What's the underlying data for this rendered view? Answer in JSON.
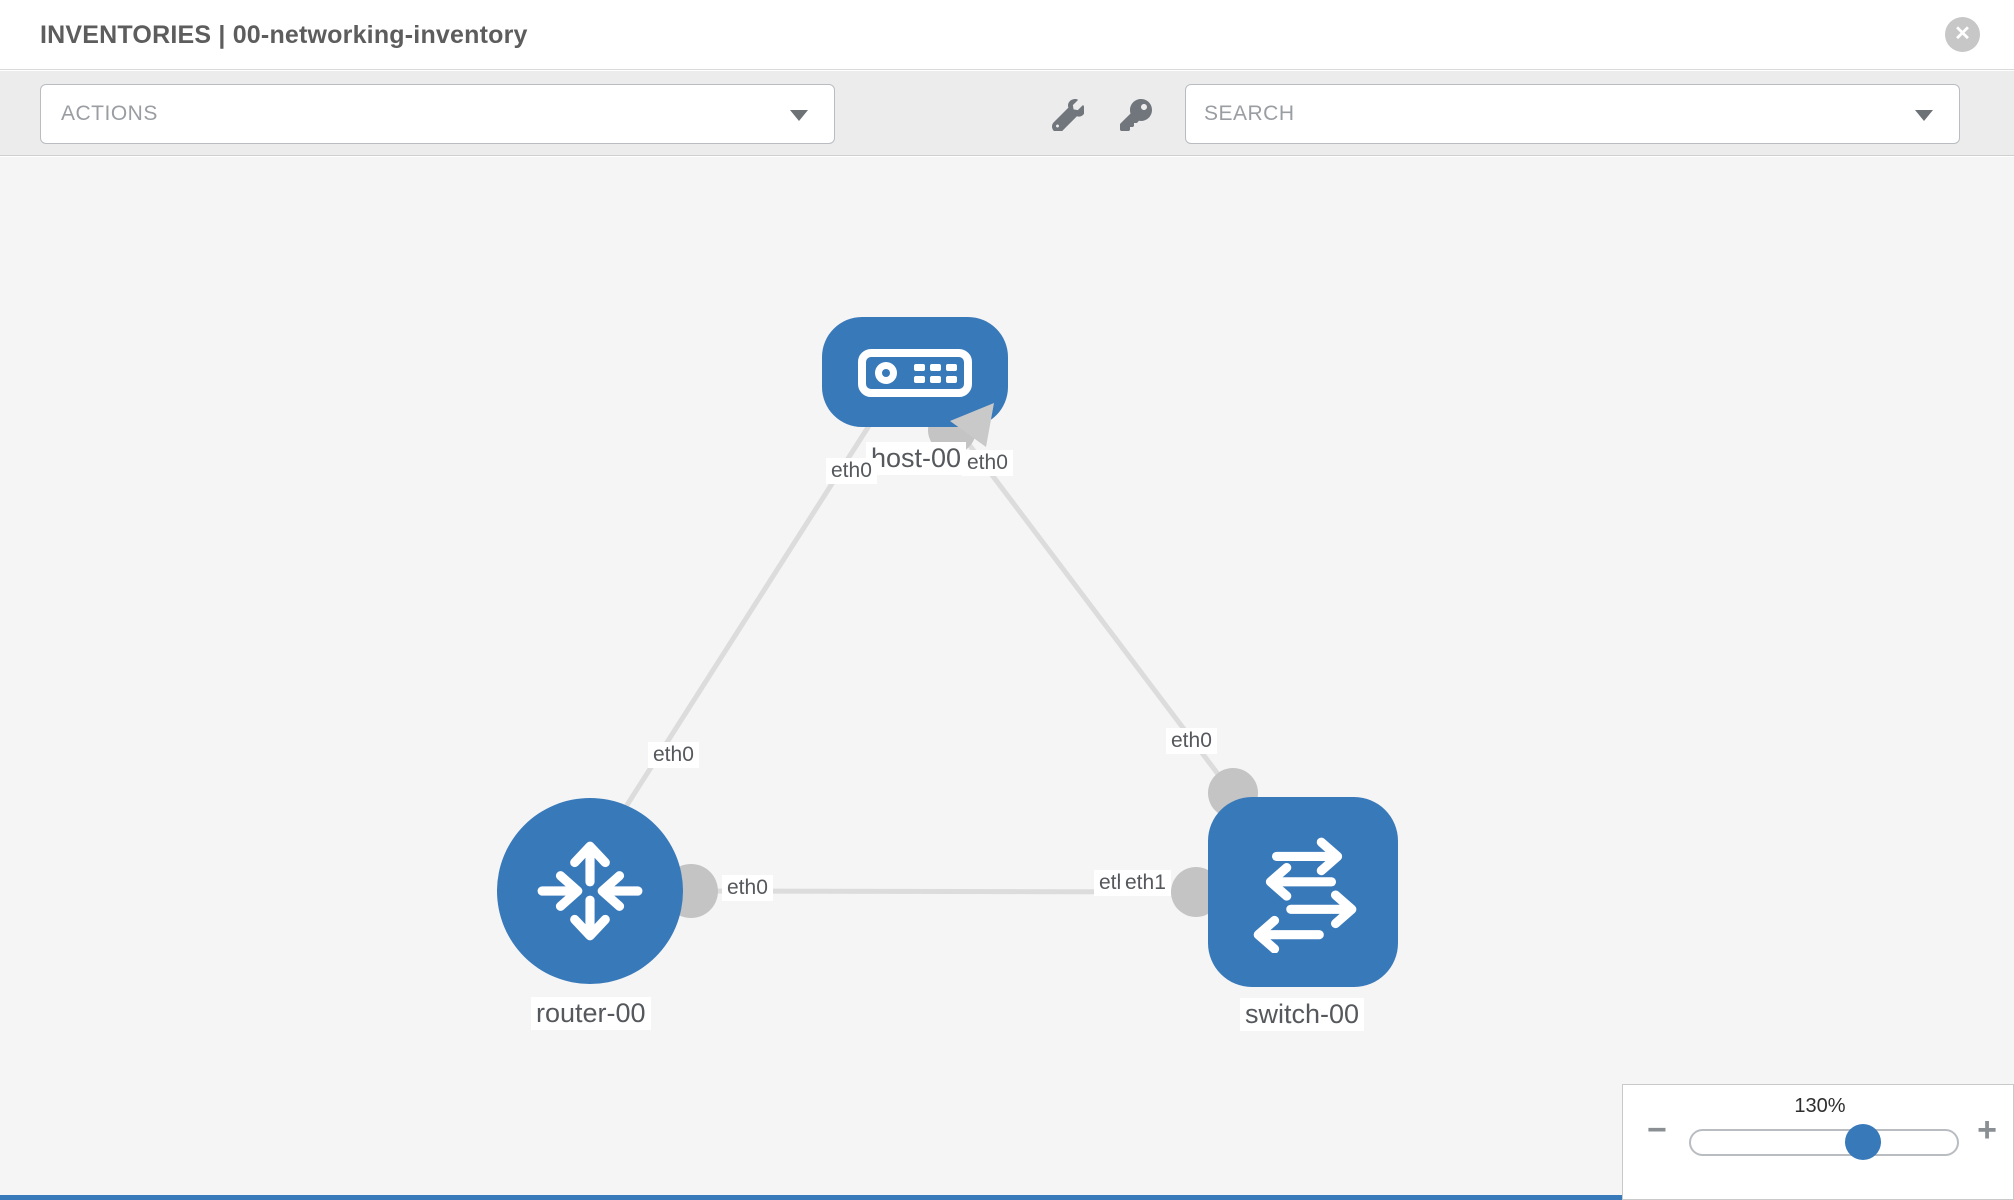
{
  "header": {
    "title": "INVENTORIES | 00-networking-inventory",
    "close_glyph": "✕"
  },
  "toolbar": {
    "actions_label": "ACTIONS",
    "search_placeholder": "SEARCH"
  },
  "topology": {
    "nodes": [
      {
        "id": "host-00",
        "label": "host-00",
        "type": "host"
      },
      {
        "id": "router-00",
        "label": "router-00",
        "type": "router"
      },
      {
        "id": "switch-00",
        "label": "switch-00",
        "type": "switch"
      }
    ],
    "links": [
      {
        "from": "host-00",
        "to": "router-00",
        "from_iface": "eth0",
        "to_iface": "eth0"
      },
      {
        "from": "host-00",
        "to": "switch-00",
        "from_iface": "eth0",
        "to_iface": "eth0"
      },
      {
        "from": "router-00",
        "to": "switch-00",
        "from_iface": "eth0",
        "to_iface": "eth1"
      }
    ],
    "ifaces": {
      "host_left": "eth0",
      "host_right": "eth0",
      "router_top": "eth0",
      "router_right": "eth0",
      "switch_top": "eth0",
      "switch_left_back": "eth0",
      "switch_left_front": "eth1"
    }
  },
  "zoom": {
    "level": "130%",
    "minus_glyph": "−",
    "plus_glyph": "+"
  },
  "colors": {
    "node_blue": "#3879ba",
    "link_gray": "#dcdcdc",
    "iface_circle_gray": "#c4c4c4",
    "canvas_bg": "#f5f5f6",
    "toolbar_bg": "#ececec"
  }
}
